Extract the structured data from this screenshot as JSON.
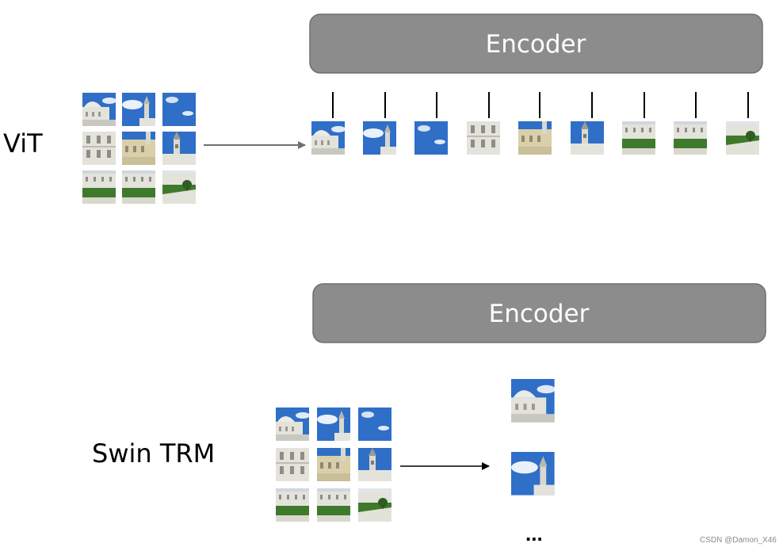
{
  "vit": {
    "label": "ViT",
    "encoder_label": "Encoder"
  },
  "swin": {
    "label": "Swin TRM",
    "encoder_label": "Encoder",
    "ellipsis": "..."
  },
  "watermark": "CSDN @Damon_X46",
  "colors": {
    "encoder_fill": "#8c8c8c",
    "encoder_stroke": "#6f6f6f",
    "sky": "#2f6fc7",
    "building": "#e3e3dc",
    "grass": "#3f7a2c"
  },
  "patch_kinds": [
    "dome",
    "sky-tower",
    "sky",
    "facade",
    "facade-tower",
    "tower",
    "garden",
    "garden",
    "garden-tree"
  ]
}
